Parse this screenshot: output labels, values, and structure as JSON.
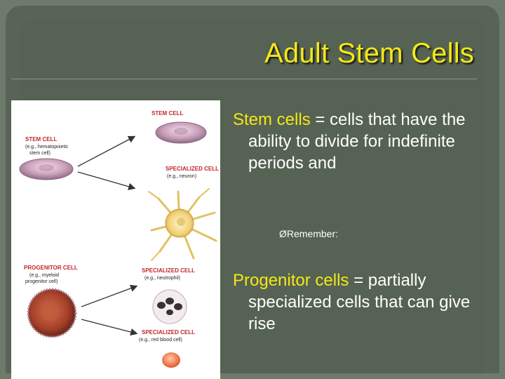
{
  "slide": {
    "title": "Adult Stem Cells",
    "bullets": [
      {
        "term": "Stem cells",
        "rest": " = cells that have the ability to divide for indefinite periods and"
      },
      {
        "term": "Progenitor cells",
        "rest": " = partially specialized cells that can give rise"
      }
    ],
    "sub_bullet": {
      "marker": "Ø",
      "text": "Remember:"
    }
  },
  "figure": {
    "stem_cell_right": "STEM CELL",
    "stem_cell_left": "STEM CELL",
    "stem_cell_left_sub1": "(e.g., hematopoietic",
    "stem_cell_left_sub2": "stem cell)",
    "specialized_1": "SPECIALIZED CELL",
    "specialized_1_sub": "(e.g., neuron)",
    "progenitor": "PROGENITOR CELL",
    "progenitor_sub1": "(e.g., myeloid",
    "progenitor_sub2": "progenitor cell)",
    "specialized_2": "SPECIALIZED CELL",
    "specialized_2_sub": "(e.g., neutrophil)",
    "specialized_3": "SPECIALIZED CELL",
    "specialized_3_sub": "(e.g., red blood cell)"
  },
  "colors": {
    "background": "#6e7a6b",
    "title": "#f3e817",
    "label_red": "#c0272d"
  }
}
